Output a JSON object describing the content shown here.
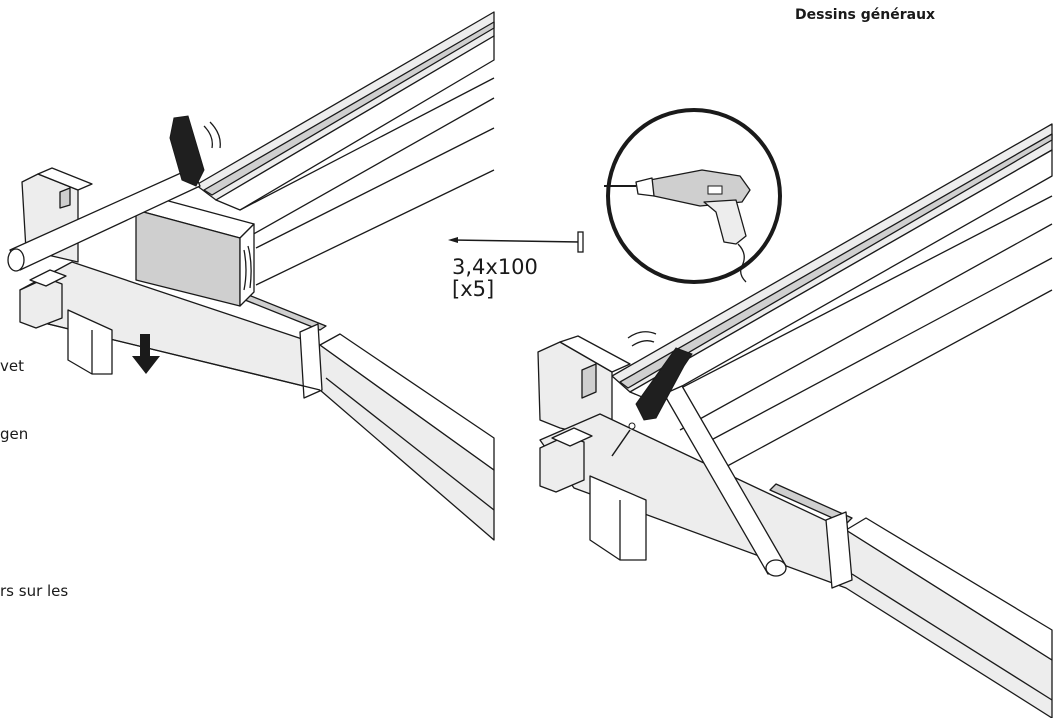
{
  "header": {
    "title": "Dessins généraux"
  },
  "cut_text": [
    "vet",
    "gen",
    "rs sur les"
  ],
  "nail": {
    "size": "3,4x100",
    "quantity": "[x5]"
  },
  "icons": [
    "hammer-icon",
    "drill-icon",
    "nail-icon",
    "down-arrow-icon"
  ]
}
